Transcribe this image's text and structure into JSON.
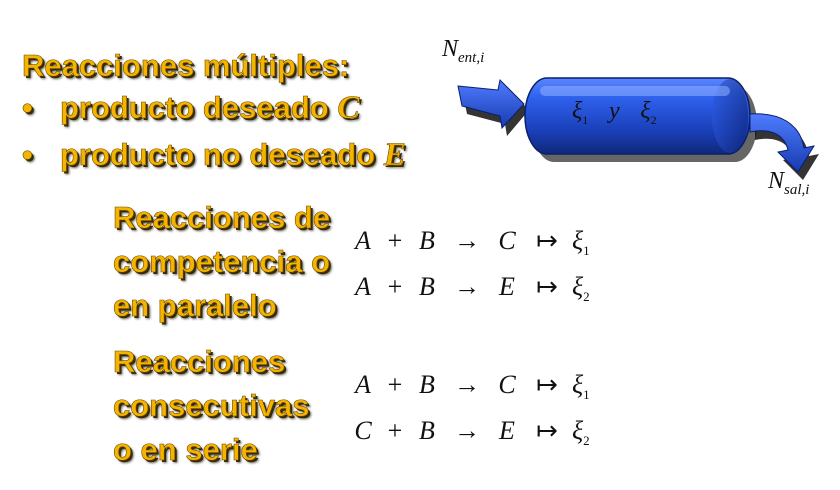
{
  "heading": "Reacciones múltiples:",
  "bullets": [
    {
      "text": "producto deseado ",
      "letter": "C"
    },
    {
      "text": "producto no deseado ",
      "letter": "E"
    }
  ],
  "bullet_glyph": "•",
  "blocks": {
    "parallel": [
      "Reacciones de",
      "competencia o",
      "en paralelo"
    ],
    "series": [
      "Reacciones",
      "consecutivas",
      "o en serie"
    ]
  },
  "reactor": {
    "inlet": {
      "base": "N",
      "sub": "ent,i"
    },
    "outlet": {
      "base": "N",
      "sub": "sal,i"
    },
    "xi": "ξ",
    "conj": "y",
    "sub1": "1",
    "sub2": "2"
  },
  "equations": {
    "parallel": [
      {
        "r1": "A",
        "op": "+",
        "r2": "B",
        "arrow": "→",
        "p": "C",
        "maps": "↦",
        "xi": "ξ",
        "sub": "1"
      },
      {
        "r1": "A",
        "op": "+",
        "r2": "B",
        "arrow": "→",
        "p": "E",
        "maps": "↦",
        "xi": "ξ",
        "sub": "2"
      }
    ],
    "series": [
      {
        "r1": "A",
        "op": "+",
        "r2": "B",
        "arrow": "→",
        "p": "C",
        "maps": "↦",
        "xi": "ξ",
        "sub": "1"
      },
      {
        "r1": "C",
        "op": "+",
        "r2": "B",
        "arrow": "→",
        "p": "E",
        "maps": "↦",
        "xi": "ξ",
        "sub": "2"
      }
    ]
  },
  "colors": {
    "gold": "#f5b400",
    "reactor_blue": "#1f4fd6"
  }
}
